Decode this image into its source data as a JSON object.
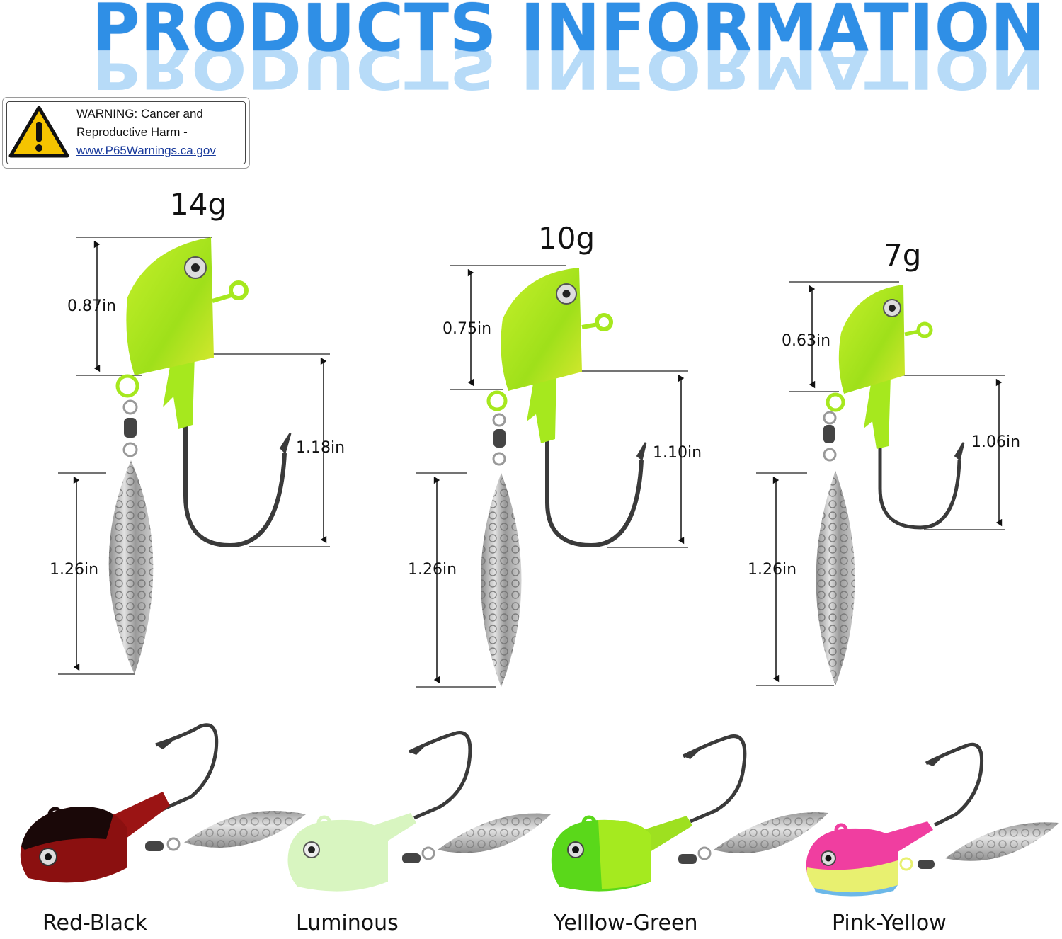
{
  "header": {
    "title": "PRODUCTS INFORMATION"
  },
  "warning": {
    "line1": "WARNING: Cancer and",
    "line2": "Reproductive Harm -",
    "link": "www.P65Warnings.ca.gov",
    "icon": "warning-triangle-icon",
    "icon_color": "#f5c400"
  },
  "products": [
    {
      "weight": "14g",
      "head_height": "0.87in",
      "hook_length": "1.18in",
      "blade_length": "1.26in"
    },
    {
      "weight": "10g",
      "head_height": "0.75in",
      "hook_length": "1.10in",
      "blade_length": "1.26in"
    },
    {
      "weight": "7g",
      "head_height": "0.63in",
      "hook_length": "1.06in",
      "blade_length": "1.26in"
    }
  ],
  "colors": [
    {
      "name": "Red-Black",
      "swatch": "#8b1010"
    },
    {
      "name": "Luminous",
      "swatch": "#d8f5c0"
    },
    {
      "name": "Yelllow-Green",
      "swatch": "#5ad81a"
    },
    {
      "name": "Pink-Yellow",
      "swatch": "#f03ea0"
    }
  ],
  "accent": {
    "title_blue": "#2f8fe6",
    "lure_green": "#a6e81e",
    "blade_silver": "#b8b8b8"
  }
}
